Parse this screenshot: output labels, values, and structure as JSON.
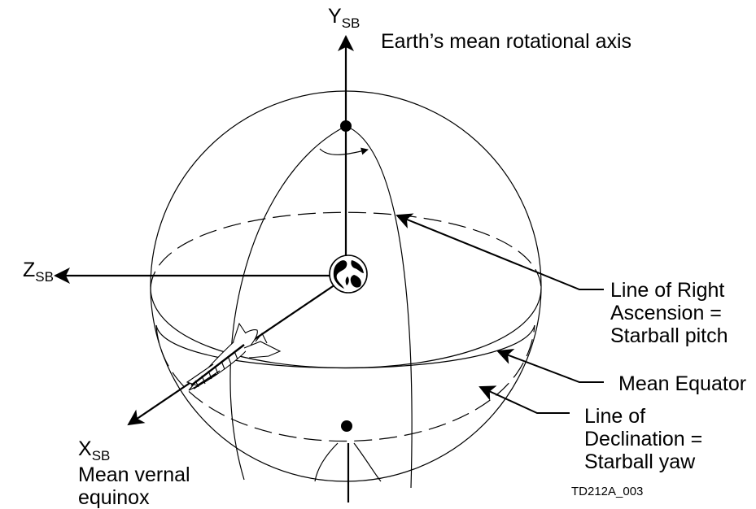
{
  "axes": {
    "y_main": "Y",
    "y_sub": "SB",
    "z_main": "Z",
    "z_sub": "SB",
    "x_main": "X",
    "x_sub": "SB"
  },
  "labels": {
    "earth_axis": "Earth’s mean rotational axis",
    "right_ascension_line1": "Line of Right",
    "right_ascension_line2": "Ascension =",
    "right_ascension_line3": "Starball pitch",
    "mean_equator": "Mean Equator",
    "declination_line1": "Line of",
    "declination_line2": "Declination =",
    "declination_line3": "Starball yaw",
    "vernal_line1": "Mean vernal",
    "vernal_line2": "equinox",
    "figure_id": "TD212A_003"
  },
  "icons": [
    "earth-icon",
    "space-shuttle-icon"
  ],
  "colors": {
    "ink": "#000000",
    "background": "#ffffff"
  }
}
